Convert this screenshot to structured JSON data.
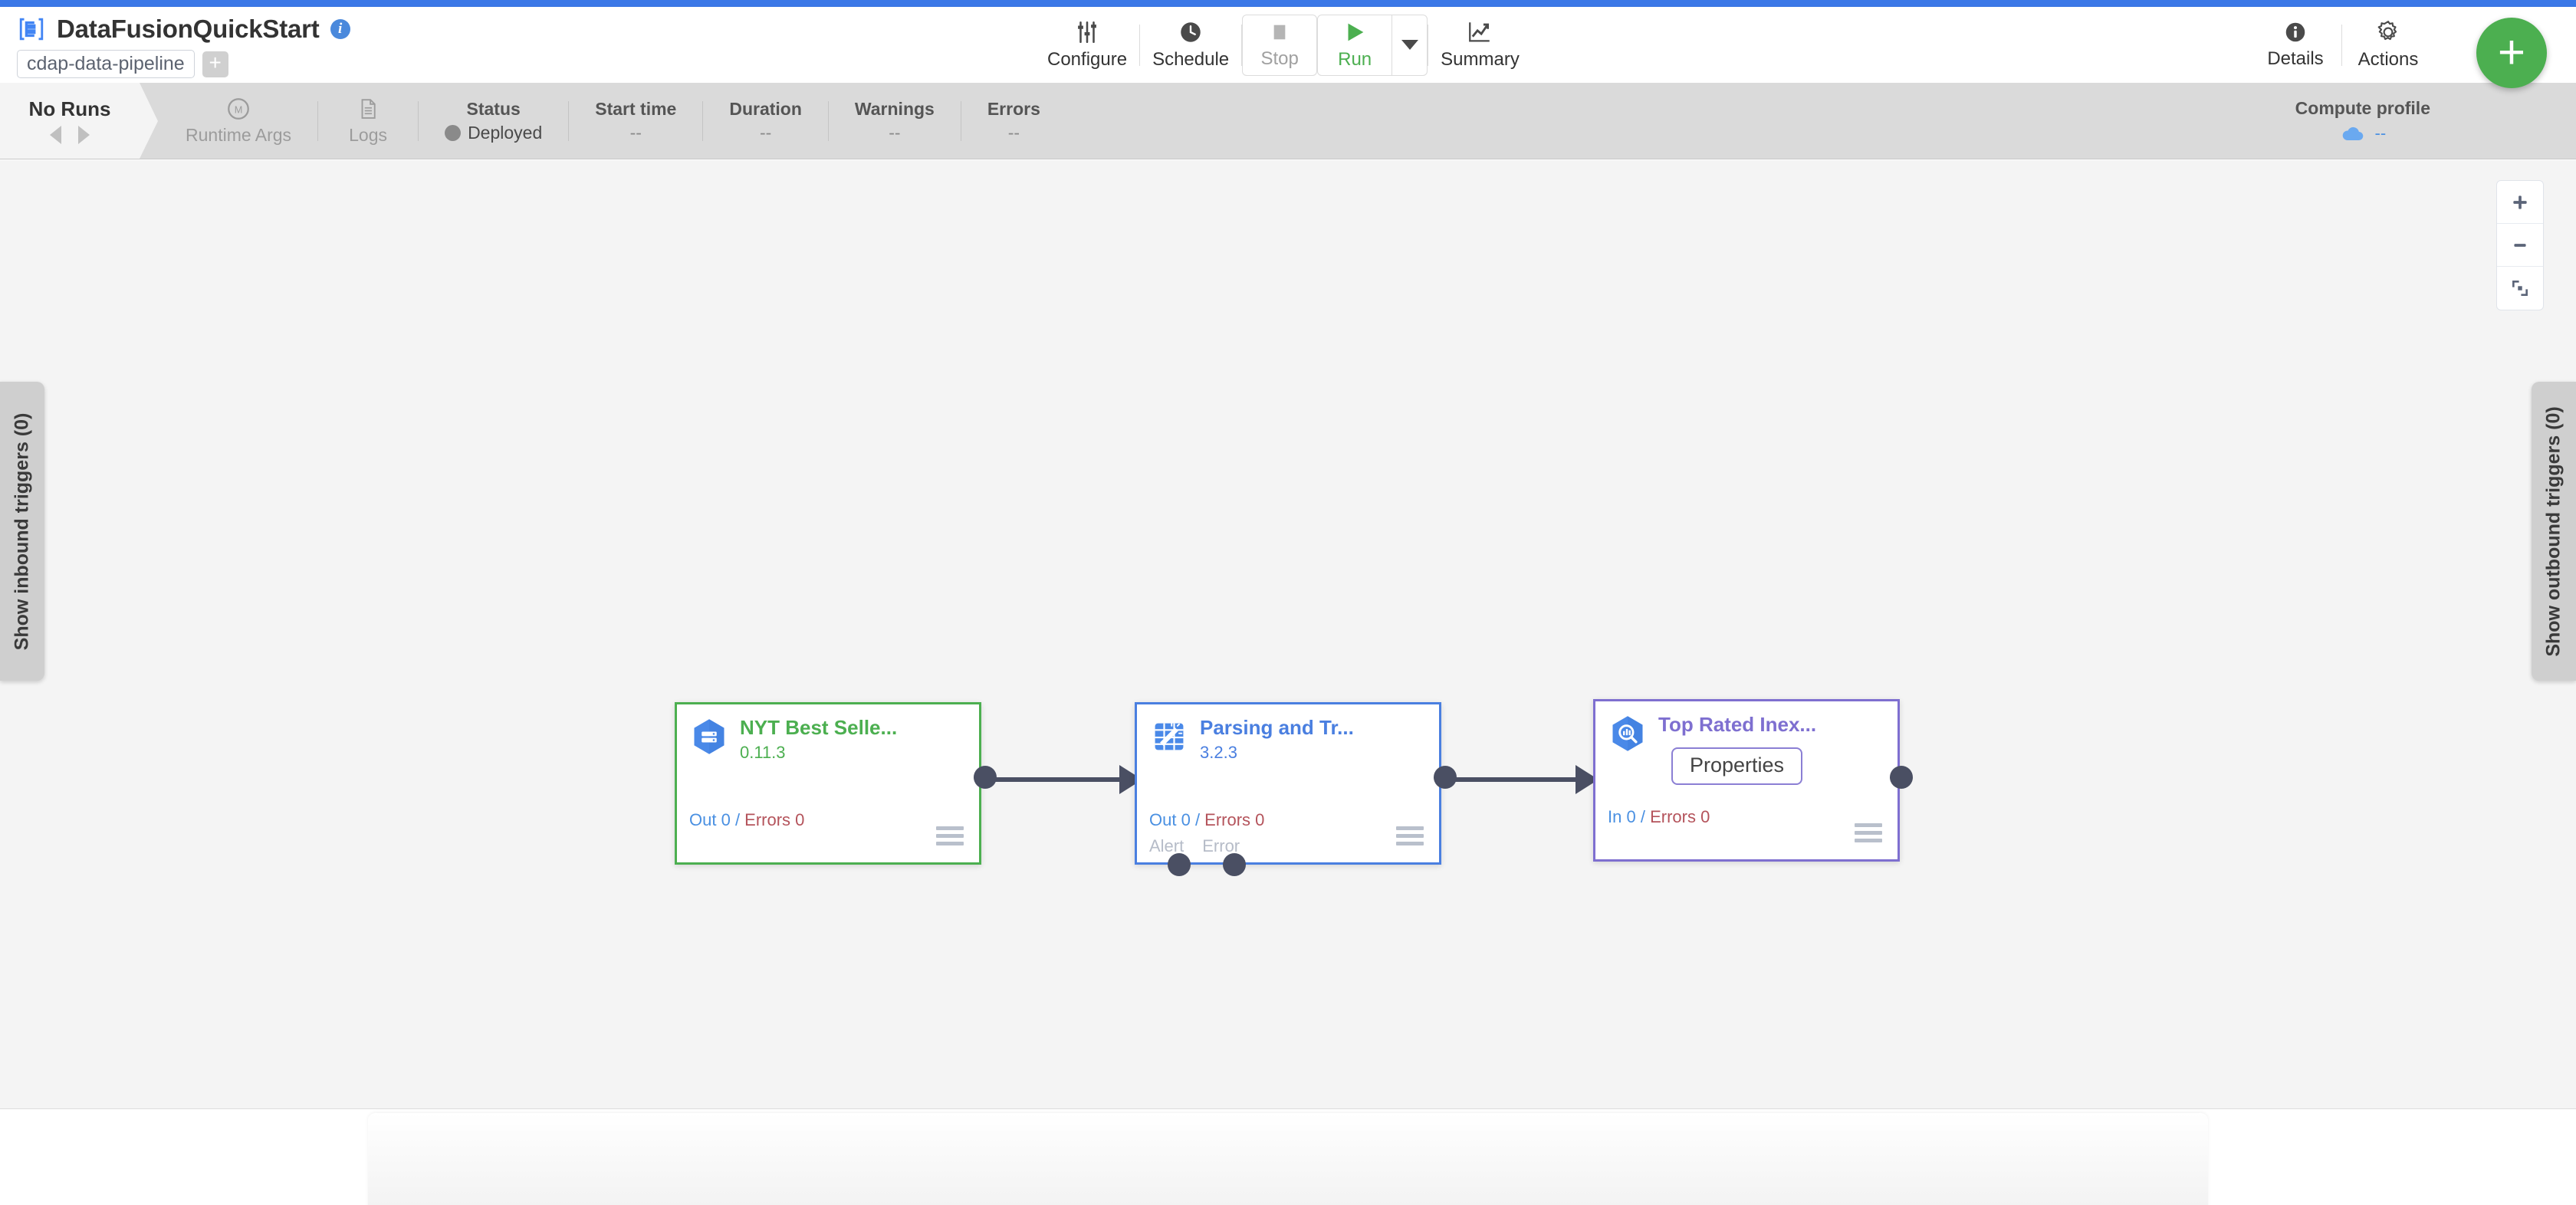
{
  "header": {
    "logo_icon": "cdap-logo-icon",
    "pipeline_name": "DataFusionQuickStart",
    "info_icon": "info-icon",
    "artifact_chip": "cdap-data-pipeline",
    "add_chip": "+",
    "toolbar": [
      {
        "label": "Configure",
        "icon": "sliders-icon",
        "enabled": true
      },
      {
        "label": "Schedule",
        "icon": "clock-icon",
        "enabled": true
      },
      {
        "label": "Stop",
        "icon": "stop-square-icon",
        "enabled": false
      },
      {
        "label": "Run",
        "icon": "play-triangle-icon",
        "enabled": true
      },
      {
        "label": "Summary",
        "icon": "line-chart-icon",
        "enabled": true
      }
    ],
    "toolbar_right": [
      {
        "label": "Details",
        "icon": "info-filled-icon"
      },
      {
        "label": "Actions",
        "icon": "gear-icon"
      }
    ],
    "fab_label": "+"
  },
  "runbar": {
    "no_runs_label": "No Runs",
    "prev_icon": "arrow-left-icon",
    "next_icon": "arrow-right-icon",
    "metrics": [
      {
        "name": "runtime-args",
        "top": "",
        "bottom": "Runtime Args",
        "icon": "macro-m-icon",
        "muted": true
      },
      {
        "name": "logs",
        "top": "",
        "bottom": "Logs",
        "icon": "document-icon",
        "muted": true
      },
      {
        "name": "status",
        "top": "Status",
        "bottom": "Deployed",
        "icon": "status-dot",
        "muted": false
      },
      {
        "name": "start-time",
        "top": "Start time",
        "bottom": "--",
        "icon": "",
        "muted": false
      },
      {
        "name": "duration",
        "top": "Duration",
        "bottom": "--",
        "icon": "",
        "muted": false
      },
      {
        "name": "warnings",
        "top": "Warnings",
        "bottom": "--",
        "icon": "",
        "muted": false
      },
      {
        "name": "errors",
        "top": "Errors",
        "bottom": "--",
        "icon": "",
        "muted": false
      }
    ],
    "compute_profile": {
      "title": "Compute profile",
      "value": "--",
      "icon": "cloud-icon"
    }
  },
  "canvas": {
    "zoom_controls": [
      {
        "name": "zoom-in-button",
        "icon": "plus-icon"
      },
      {
        "name": "zoom-out-button",
        "icon": "minus-icon"
      },
      {
        "name": "fit-to-screen-button",
        "icon": "fit-screen-icon"
      }
    ],
    "inbound_triggers_tab": "Show inbound triggers (0)",
    "outbound_triggers_tab": "Show outbound triggers (0)",
    "nodes": [
      {
        "id": "source",
        "name": "NYT Best Selle...",
        "version": "0.11.3",
        "metrics_prefix": "Out 0",
        "metrics_errors": "Errors 0",
        "port_labels": [],
        "accent": "#4caf50",
        "icon": "bigquery-table-icon"
      },
      {
        "id": "wrangler",
        "name": "Parsing and Tr...",
        "version": "3.2.3",
        "metrics_prefix": "Out 0",
        "metrics_errors": "Errors 0",
        "port_labels": [
          "Alert",
          "Error"
        ],
        "accent": "#4a7fe0",
        "icon": "wrangler-icon"
      },
      {
        "id": "sink",
        "name": "Top Rated Inex...",
        "version": "",
        "metrics_prefix": "In 0",
        "metrics_errors": "Errors 0",
        "port_labels": [],
        "accent": "#7e6fd0",
        "icon": "bigquery-search-icon",
        "tooltip": "Properties"
      }
    ]
  },
  "colors": {
    "brand_blue": "#3b78e7",
    "accent_green": "#4caf50",
    "node_green": "#4caf50",
    "node_blue": "#4a7fe0",
    "node_purple": "#7e6fd0",
    "canvas_bg": "#f4f4f4",
    "runbar_bg": "#dadada",
    "connector": "#4a4f63",
    "error_red": "#b4535b",
    "metric_blue": "#4a90e2"
  }
}
